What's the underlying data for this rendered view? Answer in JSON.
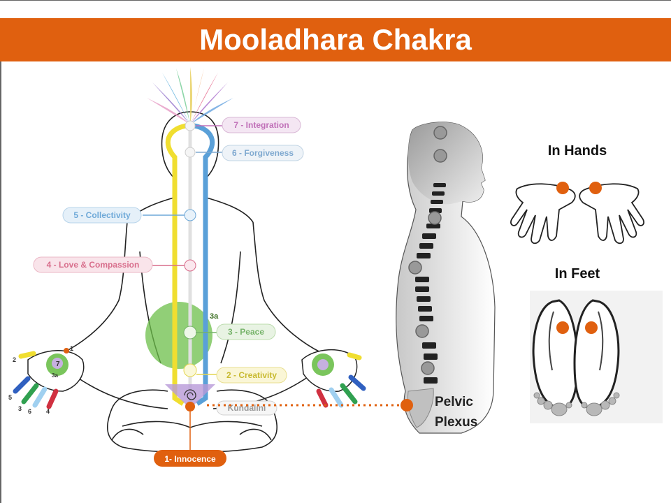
{
  "title": "Mooladhara Chakra",
  "colors": {
    "title_bg": "#E0600F",
    "accent": "#E0600F",
    "integration": "#C070B8",
    "forgiveness": "#7FA9D0",
    "collectivity": "#6FA9D8",
    "love": "#D86E8C",
    "peace": "#76B36A",
    "creativity": "#E3D650",
    "kundalini": "#9A9A9A",
    "innocence": "#E0600F",
    "left_channel": "#F0DE30",
    "right_channel": "#5AA0D8",
    "heart_green": "#6CBF4A"
  },
  "chakras": [
    {
      "number": "7",
      "label": "7 - Integration"
    },
    {
      "number": "6",
      "label": "6 - Forgiveness"
    },
    {
      "number": "5",
      "label": "5 - Collectivity"
    },
    {
      "number": "4",
      "label": "4 - Love & Compassion"
    },
    {
      "number": "3",
      "label": "3 - Peace",
      "sub": "3a"
    },
    {
      "number": "2",
      "label": "2 - Creativity"
    },
    {
      "label": "Kundalini"
    },
    {
      "number": "1",
      "label": "1- Innocence"
    }
  ],
  "left_hand_fingers": [
    "1",
    "2",
    "3a",
    "7",
    "5",
    "3",
    "6",
    "4"
  ],
  "sections": {
    "hands": "In Hands",
    "feet": "In Feet",
    "pelvic_line1": "Pelvic",
    "pelvic_line2": "Plexus"
  }
}
